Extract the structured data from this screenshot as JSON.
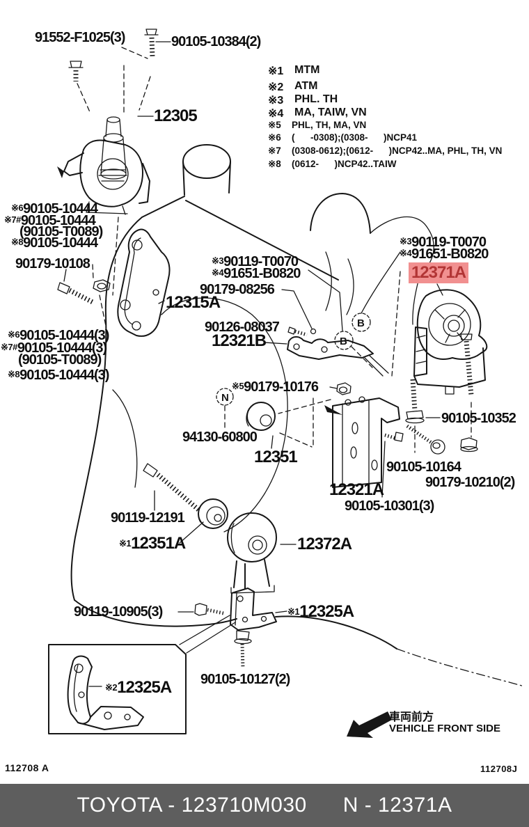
{
  "page": {
    "highlight_bg": "#f19090",
    "highlight_fg": "#b23535",
    "line_color": "#161616",
    "banner_bg": "#5e5e5e"
  },
  "legend": {
    "items": [
      {
        "ref": "※1",
        "text": "MTM"
      },
      {
        "ref": "※2",
        "text": "ATM"
      },
      {
        "ref": "※3",
        "text": "PHL. TH"
      },
      {
        "ref": "※4",
        "text": "MA, TAIW, VN"
      },
      {
        "ref": "※5",
        "text": "PHL, TH, MA, VN"
      },
      {
        "ref": "※6",
        "text": "(      -0308);(0308-      )NCP41"
      },
      {
        "ref": "※7",
        "text": "(0308-0612);(0612-      )NCP42..MA, PHL, TH, VN"
      },
      {
        "ref": "※8",
        "text": "(0612-      )NCP42..TAIW"
      }
    ]
  },
  "labels": {
    "b91552": {
      "num": "91552-F1025(3)"
    },
    "b10384": {
      "num": "90105-10384(2)"
    },
    "p12305": {
      "num": "12305"
    },
    "g1_1": {
      "pre": "※6",
      "num": "90105-10444"
    },
    "g1_2": {
      "pre": "※7#",
      "num": "90105-10444"
    },
    "g1_3": {
      "num": "(90105-T0089)"
    },
    "g1_4": {
      "pre": "※8",
      "num": "90105-10444"
    },
    "b10108": {
      "num": "90179-10108"
    },
    "c_t0070": {
      "pre": "※3",
      "num": "90119-T0070"
    },
    "c_b0820": {
      "pre": "※4",
      "num": "91651-B0820"
    },
    "b08256": {
      "num": "90179-08256"
    },
    "p12315A": {
      "num": "12315A"
    },
    "b08037": {
      "num": "90126-08037"
    },
    "p12321B": {
      "num": "12321B"
    },
    "r_t0070": {
      "pre": "※3",
      "num": "90119-T0070"
    },
    "r_b0820": {
      "pre": "※4",
      "num": "91651-B0820"
    },
    "p12371A": {
      "num": "12371A"
    },
    "g2_1": {
      "pre": "※6",
      "num": "90105-10444(3)"
    },
    "g2_2": {
      "pre": "※7#",
      "num": "90105-10444(3)"
    },
    "g2_3": {
      "num": "(90105-T0089)"
    },
    "g2_4": {
      "pre": "※8",
      "num": "90105-10444(3)"
    },
    "b10176": {
      "pre": "※5",
      "num": "90179-10176"
    },
    "p94130": {
      "num": "94130-60800"
    },
    "p12351": {
      "num": "12351"
    },
    "b10352": {
      "num": "90105-10352"
    },
    "b10164": {
      "num": "90105-10164"
    },
    "b10210": {
      "num": "90179-10210(2)"
    },
    "p12321A": {
      "num": "12321A"
    },
    "b10301": {
      "num": "90105-10301(3)"
    },
    "b12191": {
      "num": "90119-12191"
    },
    "p12351A": {
      "pre": "※1",
      "num": "12351A"
    },
    "p12372A": {
      "num": "12372A"
    },
    "b10905": {
      "num": "90119-10905(3)"
    },
    "p12325A1": {
      "pre": "※1",
      "num": "12325A"
    },
    "p12325A2": {
      "pre": "※2",
      "num": "12325A"
    },
    "b10127": {
      "num": "90105-10127(2)"
    }
  },
  "connectors": {
    "b": "B",
    "n": "N"
  },
  "front_note": {
    "jp": "車両前方",
    "en": "VEHICLE FRONT SIDE"
  },
  "footer": {
    "left_code": "112708 A",
    "right_code": "112708J",
    "banner_left": "TOYOTA - 123710M030",
    "banner_right": "N - 12371A"
  }
}
